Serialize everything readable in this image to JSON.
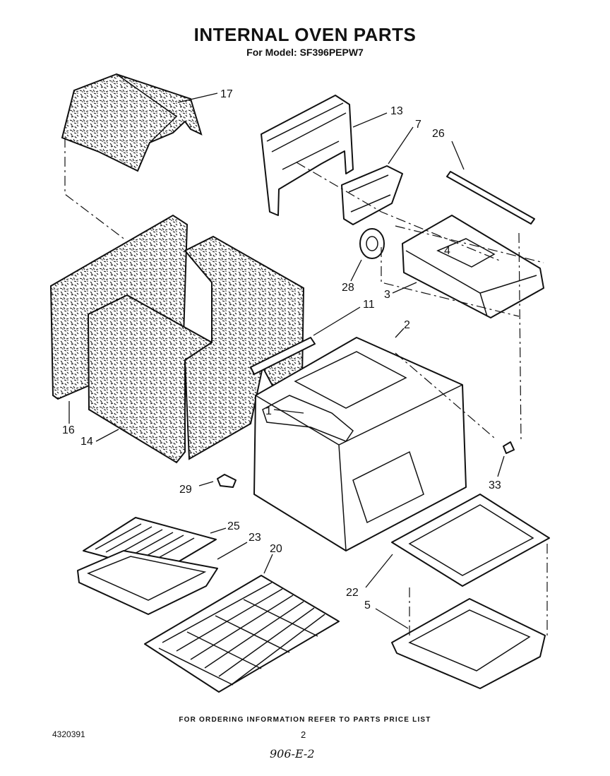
{
  "header": {
    "title": "INTERNAL OVEN PARTS",
    "model": "For Model: SF396PEPW7"
  },
  "callouts": [
    {
      "id": "c17",
      "text": "17"
    },
    {
      "id": "c13",
      "text": "13"
    },
    {
      "id": "c7",
      "text": "7"
    },
    {
      "id": "c26",
      "text": "26"
    },
    {
      "id": "c4",
      "text": "4"
    },
    {
      "id": "c28",
      "text": "28"
    },
    {
      "id": "c3",
      "text": "3"
    },
    {
      "id": "c11",
      "text": "11"
    },
    {
      "id": "c2",
      "text": "2"
    },
    {
      "id": "c1",
      "text": "1"
    },
    {
      "id": "c16",
      "text": "16"
    },
    {
      "id": "c14",
      "text": "14"
    },
    {
      "id": "c33",
      "text": "33"
    },
    {
      "id": "c29",
      "text": "29"
    },
    {
      "id": "c25",
      "text": "25"
    },
    {
      "id": "c23",
      "text": "23"
    },
    {
      "id": "c20",
      "text": "20"
    },
    {
      "id": "c22",
      "text": "22"
    },
    {
      "id": "c5",
      "text": "5"
    }
  ],
  "footer": {
    "note": "FOR ORDERING INFORMATION REFER TO PARTS PRICE LIST",
    "doc_number": "4320391",
    "page": "2",
    "handwritten": "906-E-2"
  }
}
